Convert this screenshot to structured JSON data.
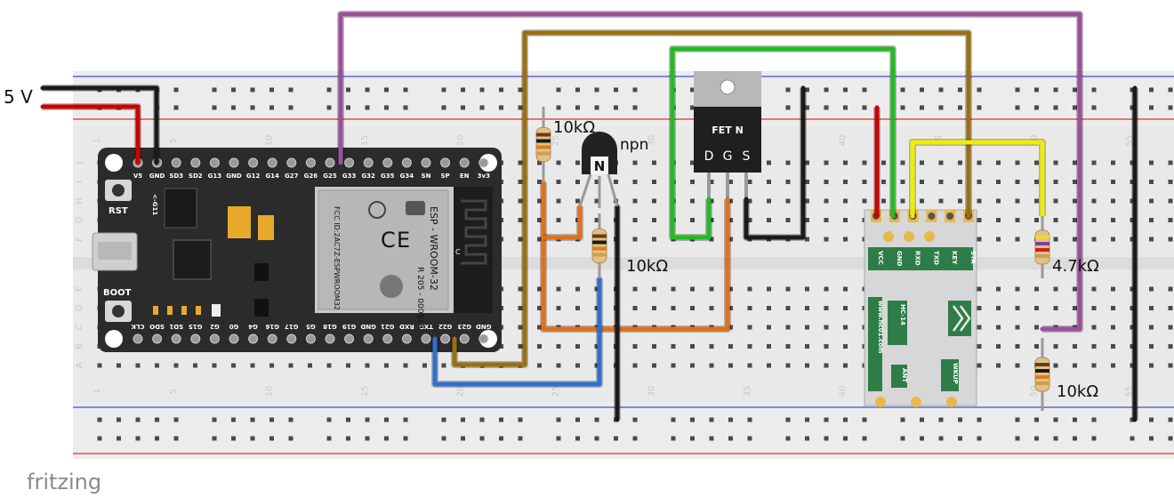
{
  "supply_label": "5 V",
  "watermark": "fritzing",
  "resistors": {
    "r1": "10kΩ",
    "r2": "10kΩ",
    "r3": "4.7kΩ",
    "r4": "10kΩ"
  },
  "transistor": {
    "label": "npn",
    "mark": "N"
  },
  "mosfet": {
    "marking": "FET N",
    "pin_d": "D",
    "pin_g": "G",
    "pin_s": "S"
  },
  "esp32": {
    "top_pins": [
      "V5",
      "GND",
      "SD3",
      "SD2",
      "G13",
      "GND",
      "G12",
      "G14",
      "G27",
      "G26",
      "G25",
      "G33",
      "G32",
      "G35",
      "G34",
      "SN",
      "SP",
      "EN",
      "3v3"
    ],
    "bottom_pins": [
      "CLK",
      "SDO",
      "SD1",
      "G15",
      "G2",
      "G0",
      "G4",
      "G16",
      "G17",
      "G5",
      "G18",
      "G19",
      "GND",
      "G21",
      "RXD",
      "TXD",
      "G22",
      "G23",
      "GND"
    ],
    "rst_label": "RST",
    "boot_label": "BOOT",
    "module_lines": [
      "ESP - WROOM-32",
      "FCC ID:2AC7Z-ESPWROOM32",
      "R 205 - 000519"
    ],
    "marks": [
      "C",
      "E"
    ],
    "sub_label": "C",
    "gpio_label": "<-G11"
  },
  "hc14": {
    "pins": [
      "VCC",
      "GND",
      "RXD",
      "TXD",
      "KEY",
      "STA"
    ],
    "name": "HC-14",
    "url": "www.hc01.com",
    "ant": "ANT",
    "wkup": "WKUP"
  },
  "breadboard": {
    "row_letters": [
      "J",
      "I",
      "H",
      "G",
      "F",
      "E",
      "D",
      "C",
      "B",
      "A"
    ],
    "col_numbers": [
      "1",
      "5",
      "10",
      "15",
      "20",
      "25",
      "30",
      "35",
      "40",
      "45",
      "50",
      "55"
    ]
  },
  "colors": {
    "wire_red": "#cc0000",
    "wire_black": "#1a1a1a",
    "wire_purple": "#9b4f9b",
    "wire_brown": "#9a6f12",
    "wire_green": "#22bb22",
    "wire_orange": "#e0701c",
    "wire_blue": "#2f6fd0",
    "wire_yellow": "#eeee00",
    "board": "#2b2b2b",
    "hc14_board": "#2e7d48"
  }
}
